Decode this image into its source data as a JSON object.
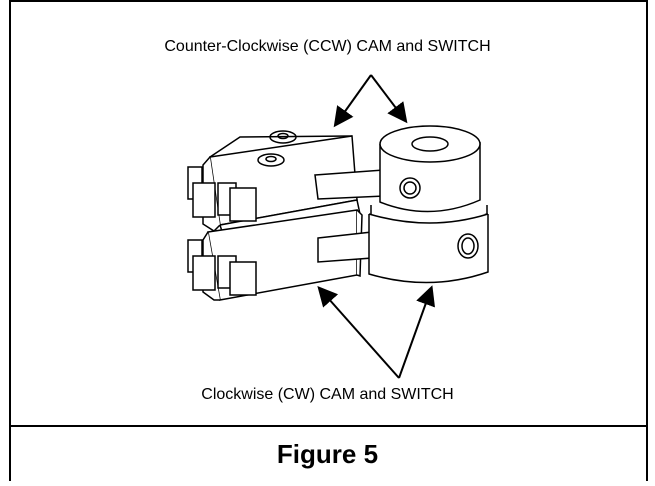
{
  "labels": {
    "top": "Counter-Clockwise (CCW) CAM and SWITCH",
    "bottom": "Clockwise (CW) CAM and SWITCH"
  },
  "caption": "Figure 5"
}
